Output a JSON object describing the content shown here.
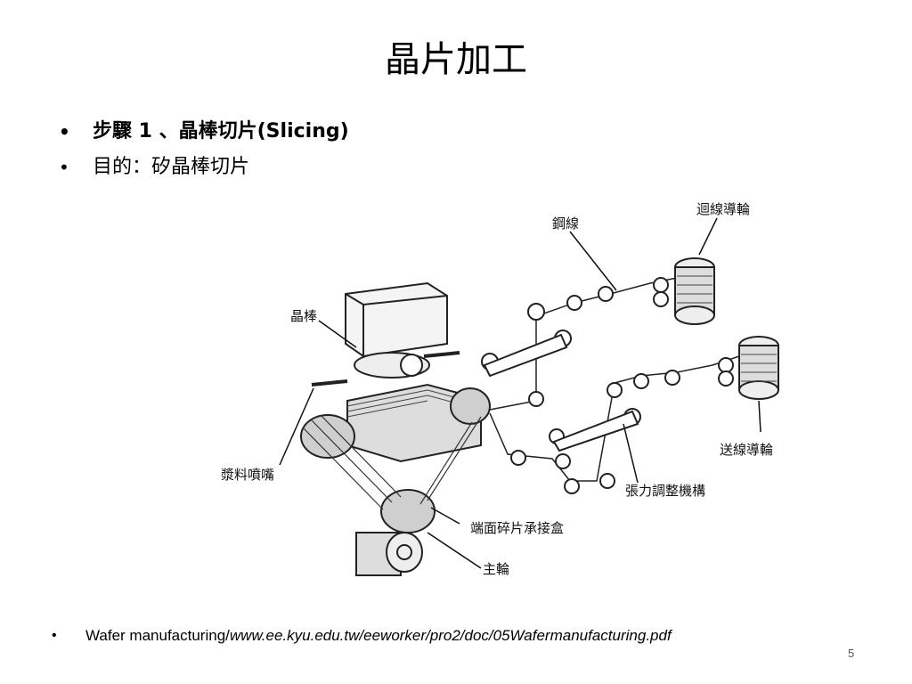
{
  "slide": {
    "title": "晶片加工",
    "bullets": [
      {
        "text": "步驟 1 、晶棒切片(Slicing)"
      },
      {
        "text": "目的：矽晶棒切片"
      }
    ],
    "figure": {
      "labels": {
        "ingot": "晶棒",
        "wire": "鋼線",
        "return_guide": "迴線導輪",
        "feed_guide": "送線導輪",
        "slurry_nozzle": "漿料噴嘴",
        "tension": "張力調整機構",
        "debris_box": "端面碎片承接盒",
        "main_wheel": "主輪"
      }
    },
    "footer": {
      "prefix": "Wafer manufacturing/",
      "url": "www.ee.kyu.edu.tw/eeworker/pro2/doc/05Wafermanufacturing.pdf"
    },
    "page_number": "5"
  }
}
